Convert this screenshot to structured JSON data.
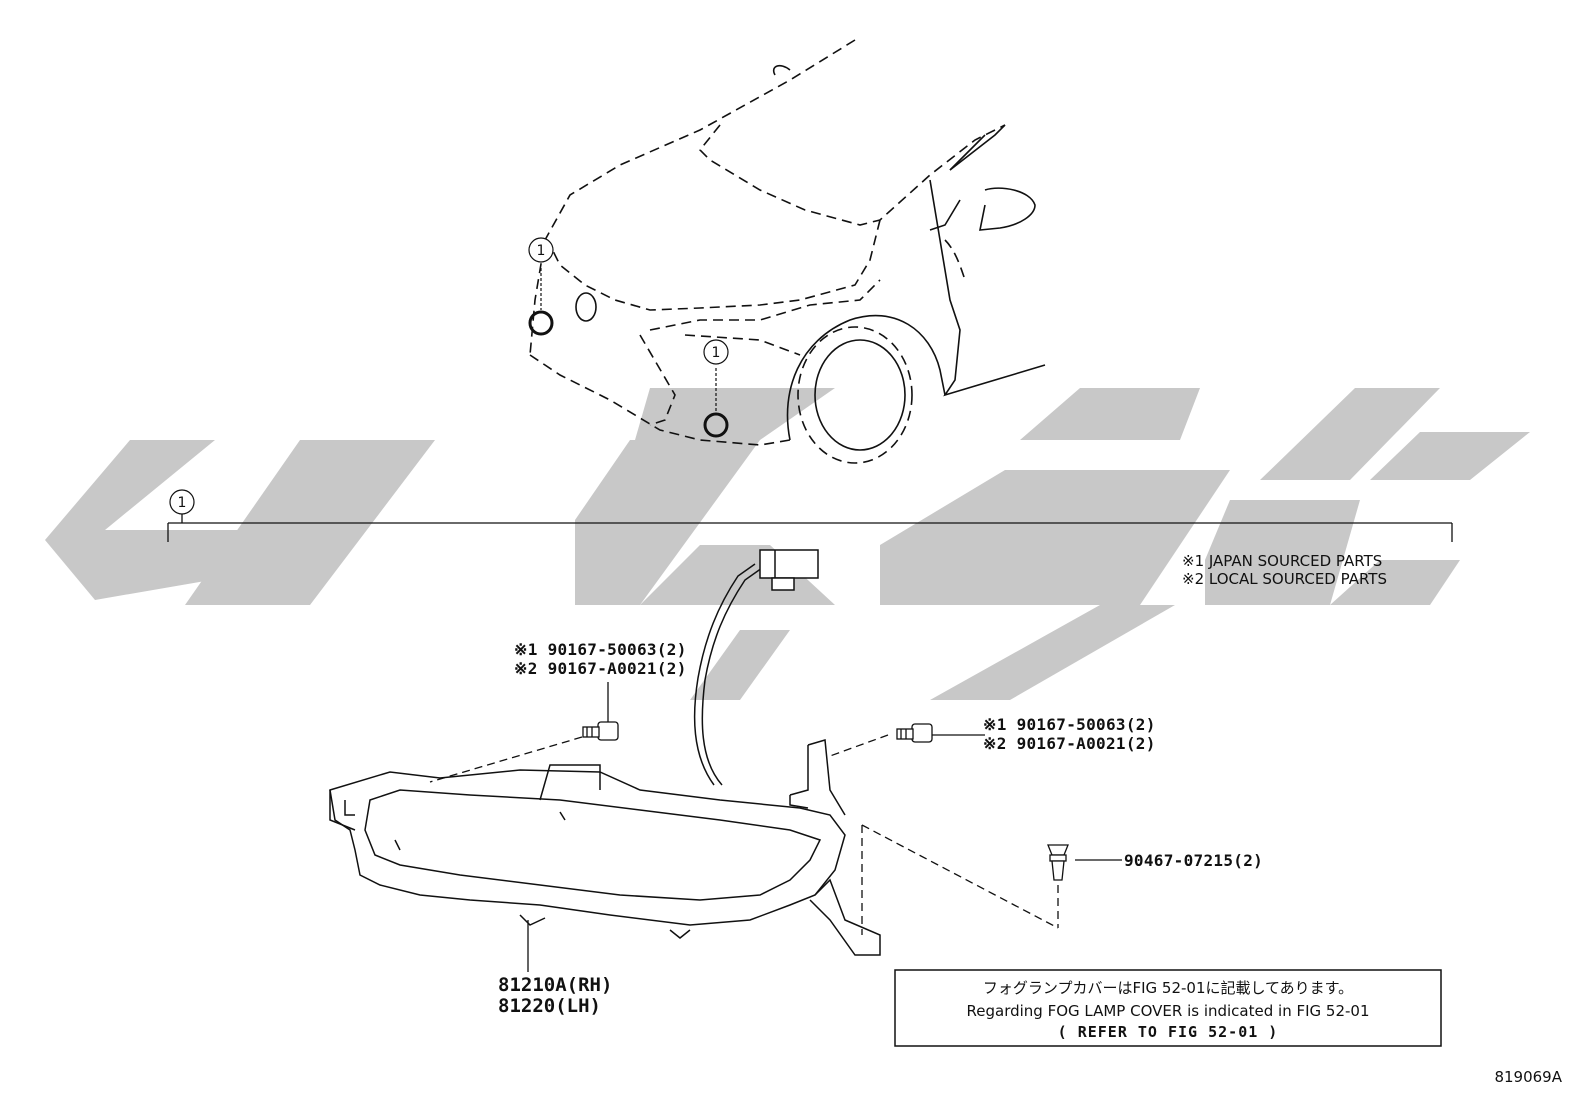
{
  "callout_marker": "1",
  "legend": {
    "line1": "※1 JAPAN SOURCED PARTS",
    "line2": "※2 LOCAL SOURCED PARTS"
  },
  "parts": {
    "screw_left": {
      "line1": "※1 90167-50063(2)",
      "line2": "※2 90167-A0021(2)"
    },
    "screw_right": {
      "line1": "※1 90167-50063(2)",
      "line2": "※2 90167-A0021(2)"
    },
    "clip": "90467-07215(2)",
    "lamp_rh": "81210A(RH)",
    "lamp_lh": "81220(LH)"
  },
  "note": {
    "jp": "フォグランプカバーはFIG 52-01に記載してあります。",
    "en": "Regarding FOG LAMP COVER is indicated in FIG 52-01",
    "ref": "(   REFER TO FIG 52-01  )"
  },
  "figure_id": "819069A",
  "watermark_text": "SCGC",
  "colors": {
    "line": "#111111",
    "watermark": "#c8c8c8"
  }
}
